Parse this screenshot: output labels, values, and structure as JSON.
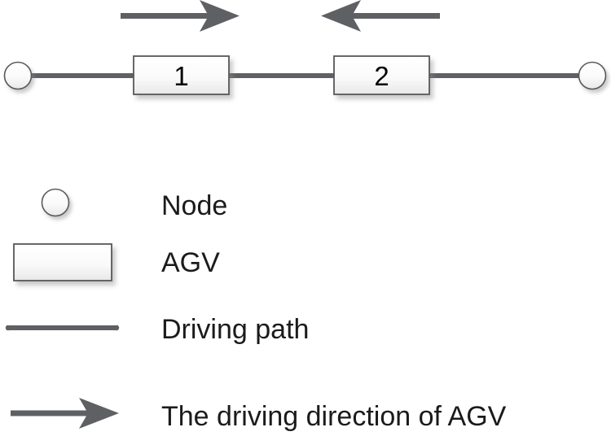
{
  "figure": {
    "type": "agv-path-diagram",
    "background_color": "#ffffff"
  },
  "colors": {
    "path_gray": "#5f6063",
    "arrow_gray": "#5f6063",
    "shape_stroke": "#58585b",
    "shape_fill_top": "#ffffff",
    "shape_fill_bottom": "#e9e9e9",
    "text_color": "#1b1b1b",
    "shadow": "rgba(120,120,120,0.35)"
  },
  "diagram": {
    "nodes": [
      {
        "id": "node-left",
        "label": ""
      },
      {
        "id": "node-right",
        "label": ""
      }
    ],
    "agvs": [
      {
        "id": "agv-1",
        "label": "1"
      },
      {
        "id": "agv-2",
        "label": "2"
      }
    ],
    "direction_arrows": [
      {
        "id": "arrow-right",
        "direction": "right"
      },
      {
        "id": "arrow-left",
        "direction": "left"
      }
    ],
    "paths": [
      {
        "id": "path-segment-1"
      },
      {
        "id": "path-segment-2"
      },
      {
        "id": "path-segment-3"
      }
    ]
  },
  "legend": {
    "items": [
      {
        "key": "node",
        "symbol": "circle",
        "label": "Node"
      },
      {
        "key": "agv",
        "symbol": "rectangle",
        "label": "AGV"
      },
      {
        "key": "driving-path",
        "symbol": "line",
        "label": "Driving path"
      },
      {
        "key": "driving-direction",
        "symbol": "arrow",
        "label": "The driving direction of AGV"
      }
    ]
  }
}
